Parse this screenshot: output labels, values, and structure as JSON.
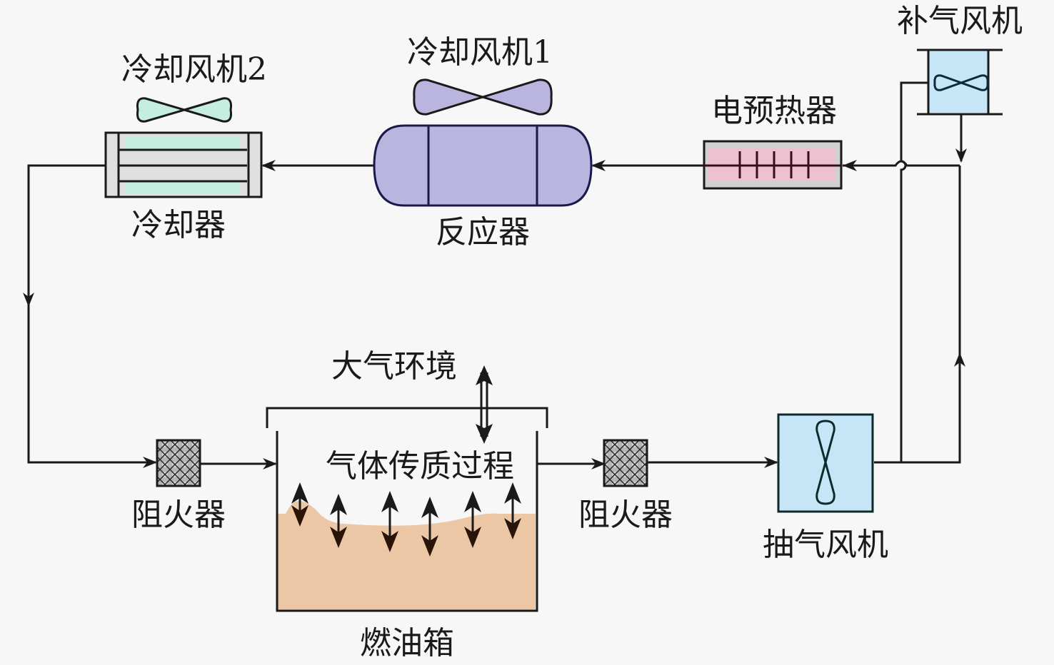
{
  "diagram": {
    "title": "燃油箱惰化/气体处理系统流程示意图",
    "components": {
      "cooling_fan_2": {
        "label": "冷却风机2",
        "color": "#c6eee0"
      },
      "cooler": {
        "label": "冷却器",
        "color": "#c6eee0",
        "frame_color": "#e0e0e0"
      },
      "cooling_fan_1": {
        "label": "冷却风机1",
        "color": "#b9b5df"
      },
      "reactor": {
        "label": "反应器",
        "color": "#b9b5df"
      },
      "electric_preheater": {
        "label": "电预热器",
        "color": "#edc1cf",
        "frame_color": "#d0d0d0"
      },
      "makeup_fan": {
        "label": "补气风机",
        "color": "#c6e6f7"
      },
      "flame_arrester_in": {
        "label": "阻火器",
        "color": "#b0b0b0"
      },
      "flame_arrester_out": {
        "label": "阻火器",
        "color": "#b0b0b0"
      },
      "fuel_tank": {
        "label": "燃油箱",
        "fuel_color": "#ecc7a6"
      },
      "atmosphere": {
        "label": "大气环境"
      },
      "gas_mass_transfer": {
        "label": "气体传质过程"
      },
      "exhaust_fan": {
        "label": "抽气风机",
        "color": "#c6e6f7"
      }
    },
    "line_color": "#1a1a1a",
    "background": "#f7f7f7"
  }
}
